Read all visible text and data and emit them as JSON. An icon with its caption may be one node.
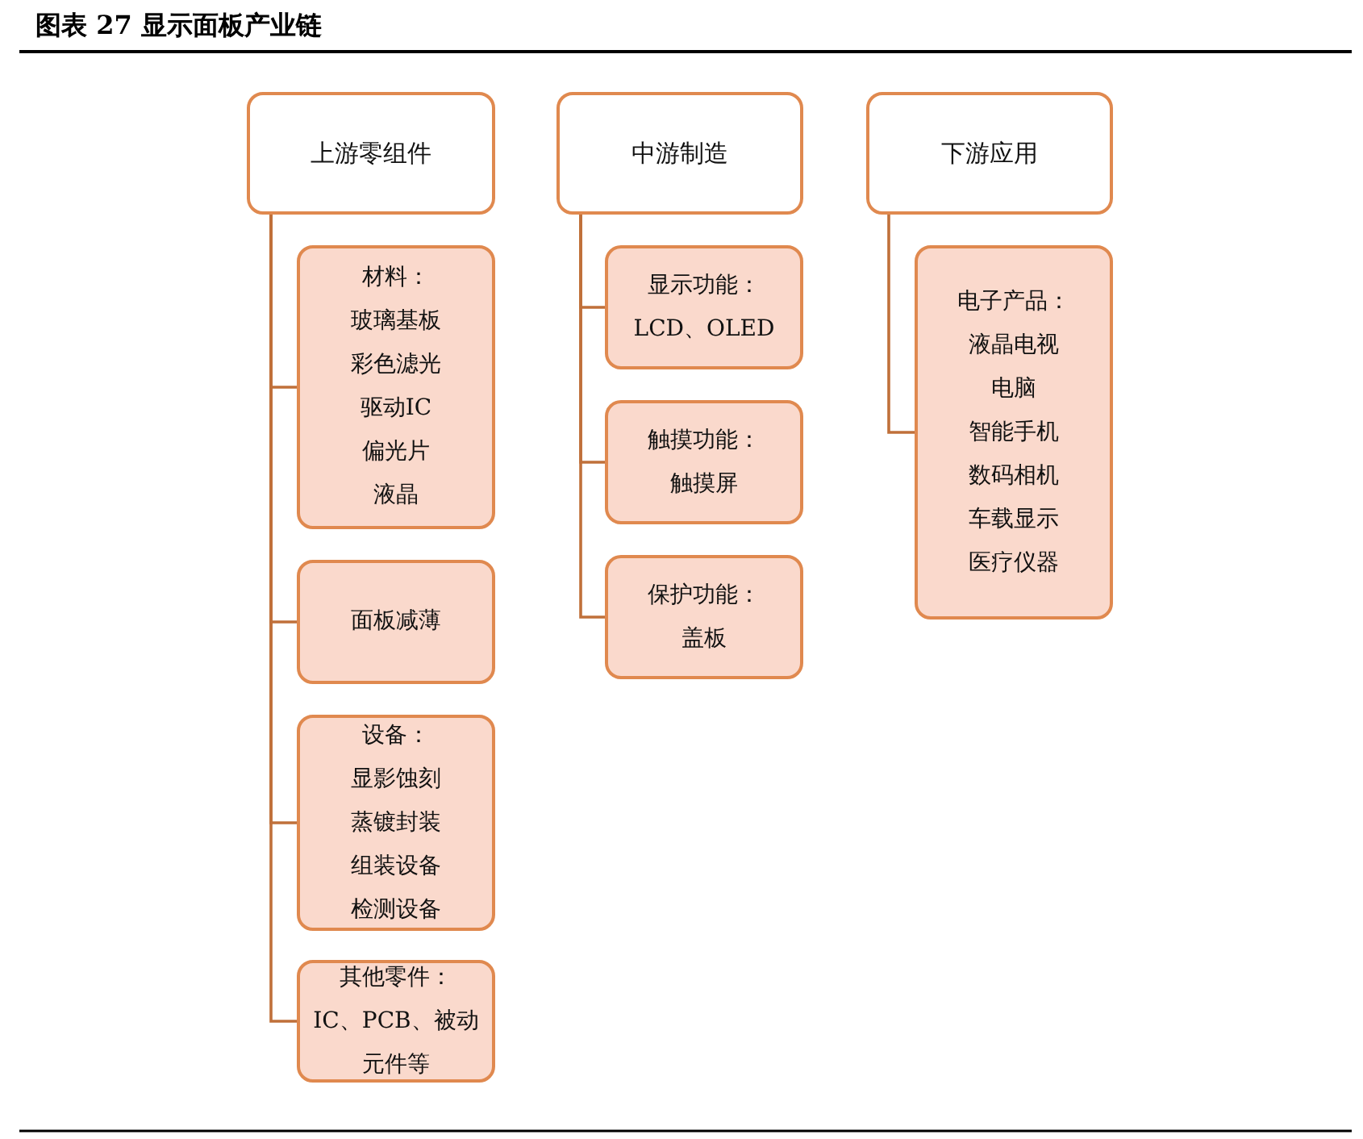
{
  "diagram": {
    "title": "图表 27 显示面板产业链",
    "nodes": [
      {
        "text": [
          "上游零组件"
        ]
      },
      {
        "text": [
          "中游制造"
        ]
      },
      {
        "text": [
          "下游应用"
        ]
      },
      {
        "text": [
          "材料：",
          "玻璃基板",
          "彩色滤光",
          "驱动IC",
          "偏光片",
          "液晶"
        ]
      },
      {
        "text": [
          "面板减薄"
        ]
      },
      {
        "text": [
          "设备：",
          "显影蚀刻",
          "蒸镀封装",
          "组装设备",
          "检测设备"
        ]
      },
      {
        "text": [
          "其他零件：",
          "IC、PCB、被动元件等"
        ]
      },
      {
        "text": [
          "显示功能：",
          "LCD、OLED"
        ]
      },
      {
        "text": [
          "触摸功能：",
          "触摸屏"
        ]
      },
      {
        "text": [
          "保护功能：",
          "盖板"
        ]
      },
      {
        "text": [
          "电子产品：",
          "液晶电视",
          "电脑",
          "智能手机",
          "数码相机",
          "车载显示",
          "医疗仪器"
        ]
      }
    ],
    "edges": [
      {
        "from": 0,
        "to": 3,
        "arrow": "none"
      },
      {
        "from": 0,
        "to": 4,
        "arrow": "none"
      },
      {
        "from": 0,
        "to": 5,
        "arrow": "none"
      },
      {
        "from": 0,
        "to": 6,
        "arrow": "none"
      },
      {
        "from": 1,
        "to": 7,
        "arrow": "none"
      },
      {
        "from": 1,
        "to": 8,
        "arrow": "none"
      },
      {
        "from": 1,
        "to": 9,
        "arrow": "none"
      },
      {
        "from": 2,
        "to": 10,
        "arrow": "none"
      }
    ]
  }
}
